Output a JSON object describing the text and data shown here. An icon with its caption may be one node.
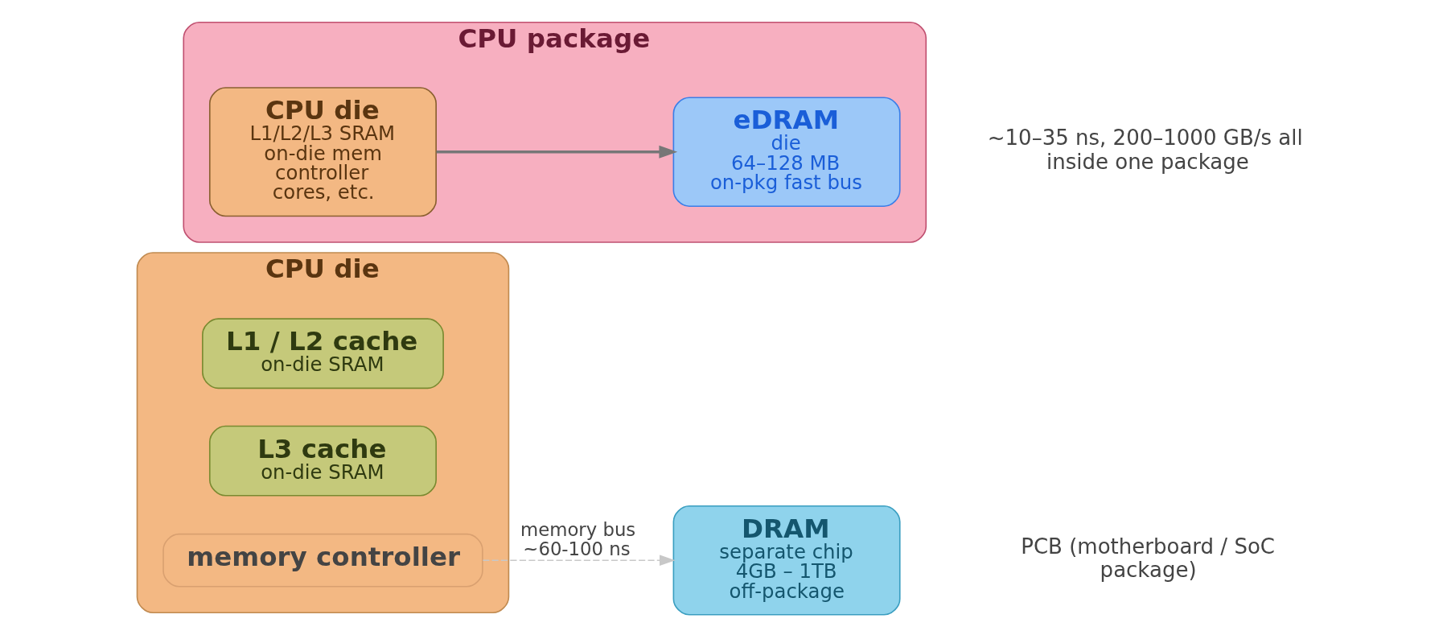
{
  "diagram": {
    "nodes": [
      {
        "text": [
          "CPU die"
        ]
      },
      {
        "text": [
          "L1 / L2 cache",
          "on-die SRAM"
        ],
        "in": 0
      },
      {
        "text": [
          "L3 cache",
          "on-die SRAM"
        ],
        "in": 0
      },
      {
        "text": [
          "memory controller"
        ],
        "in": 0
      },
      {
        "text": [
          "DRAM",
          "separate chip",
          "4GB – 1TB off-package"
        ]
      },
      {
        "text": [
          "CPU package"
        ]
      },
      {
        "text": [
          "CPU die",
          "L1/L2/L3 SRAM on-die mem controller cores, etc."
        ],
        "in": 5
      },
      {
        "text": [
          "eDRAM",
          "die",
          "64–128 MB",
          "on-pkg fast bus"
        ],
        "in": 5
      }
    ],
    "edges": [
      {
        "from": 3,
        "to": 4,
        "arrow": "to",
        "style": "dashed",
        "color": "#c8c8c8",
        "label": "memory bus ~60-100 ns"
      },
      {
        "from": 6,
        "to": 7,
        "arrow": "to"
      }
    ],
    "labels": [
      "~10–35 ns, 200–1000 GB/s all inside one package",
      "PCB (motherboard / SoC package)"
    ]
  }
}
